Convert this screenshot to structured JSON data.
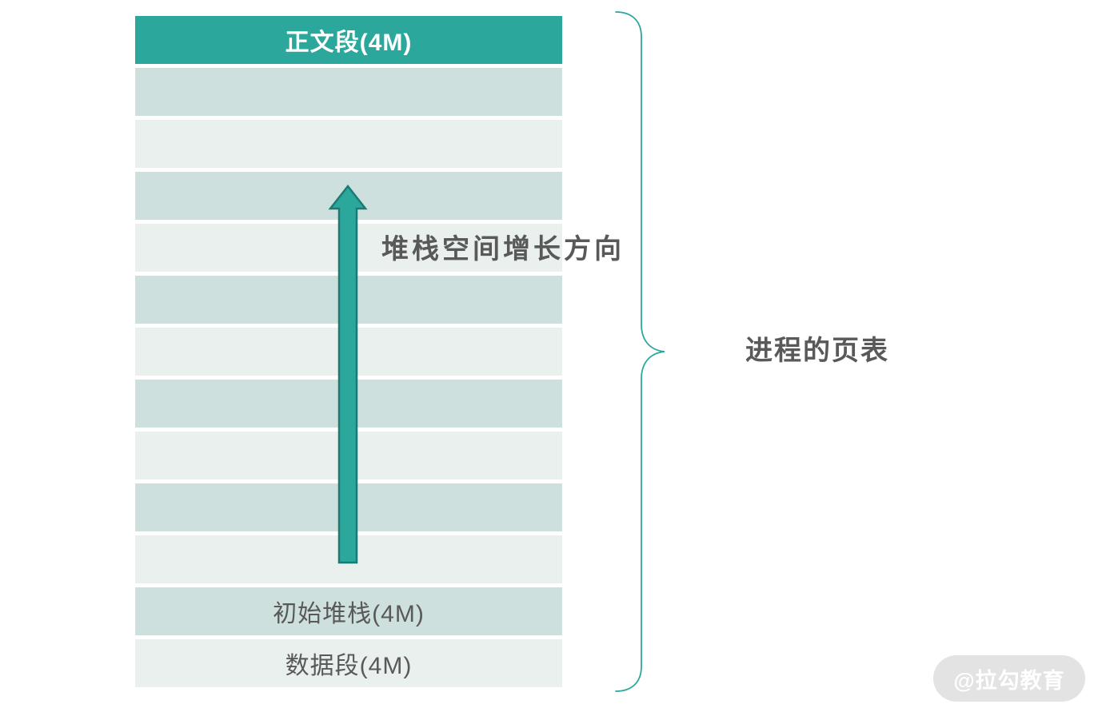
{
  "table": {
    "name": "process-page-table",
    "rows": [
      {
        "label": "正文段(4M)",
        "variant": "header"
      },
      {
        "label": "",
        "variant": "dark"
      },
      {
        "label": "",
        "variant": "light"
      },
      {
        "label": "",
        "variant": "dark"
      },
      {
        "label": "",
        "variant": "light"
      },
      {
        "label": "",
        "variant": "dark"
      },
      {
        "label": "",
        "variant": "light"
      },
      {
        "label": "",
        "variant": "dark"
      },
      {
        "label": "",
        "variant": "light"
      },
      {
        "label": "",
        "variant": "dark"
      },
      {
        "label": "",
        "variant": "light"
      },
      {
        "label": "初始堆栈(4M)",
        "variant": "dark"
      },
      {
        "label": "数据段(4M)",
        "variant": "light"
      }
    ]
  },
  "annotations": {
    "arrow_label": "堆栈空间增长方向",
    "arrow_direction": "up",
    "brace_label": "进程的页表",
    "watermark": "@拉勾教育"
  },
  "colors": {
    "teal": "#2BA79C",
    "teal_dark": "#1B7B74",
    "row_dark": "#CEE0DD",
    "row_light": "#E9F0EE",
    "text_gray": "#595959",
    "watermark_bg": "#E3E3E3",
    "watermark_text": "#FFFFFF",
    "background": "#FFFFFF"
  }
}
